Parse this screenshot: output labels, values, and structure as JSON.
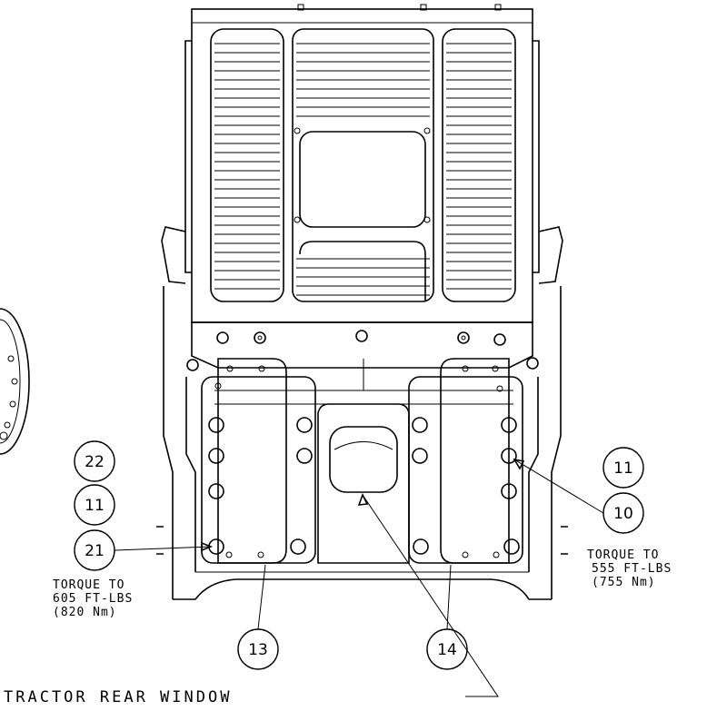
{
  "callouts": [
    "22",
    "11",
    "21",
    "13",
    "14",
    "11",
    "10"
  ],
  "notes": {
    "left": [
      "TORQUE TO",
      "605 FT-LBS",
      "(820 Nm)"
    ],
    "right": [
      "TORQUE TO",
      "555 FT-LBS",
      "(755 Nm)"
    ]
  },
  "window_label": "TRACTOR REAR WINDOW"
}
